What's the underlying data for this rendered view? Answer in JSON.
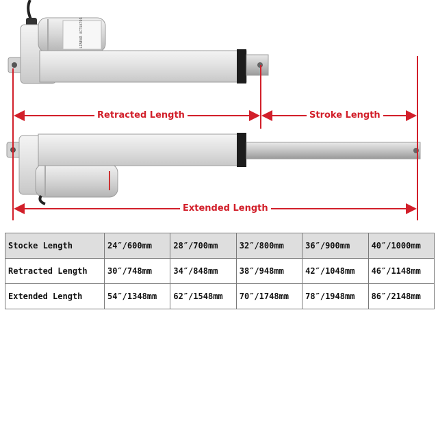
{
  "labels": {
    "retracted": "Retracted Length",
    "stroke": "Stroke Length",
    "extended": "Extended Length"
  },
  "product_label_text": "LINEAR ACTUATOR",
  "accent_color": "#d21f2a",
  "table": {
    "rows": [
      {
        "label": "Stocke Length",
        "cells": [
          "24″/600mm",
          "28″/700mm",
          "32″/800mm",
          "36″/900mm",
          "40″/1000mm"
        ]
      },
      {
        "label": "Retracted Length",
        "cells": [
          "30″/748mm",
          "34″/848mm",
          "38″/948mm",
          "42″/1048mm",
          "46″/1148mm"
        ]
      },
      {
        "label": "Extended Length",
        "cells": [
          "54″/1348mm",
          "62″/1548mm",
          "70″/1748mm",
          "78″/1948mm",
          "86″/2148mm"
        ]
      }
    ]
  }
}
